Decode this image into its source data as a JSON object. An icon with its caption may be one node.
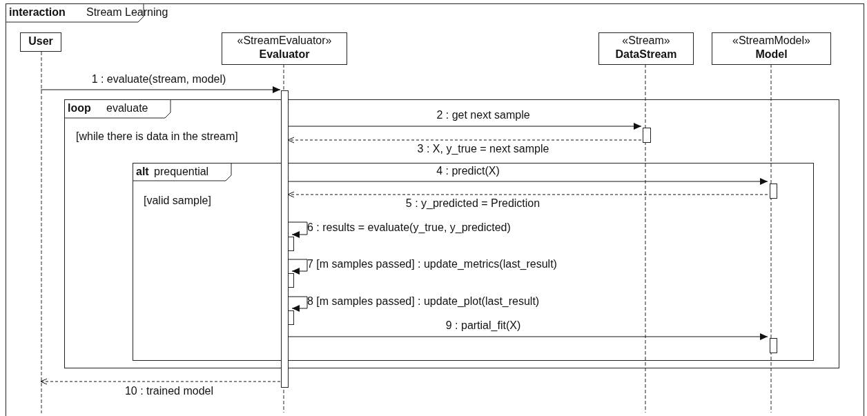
{
  "diagram": {
    "nodes": [
      {
        "text": [
          "interaction",
          "Stream Learning"
        ]
      },
      {
        "text": [
          "User"
        ],
        "in": 0
      },
      {
        "text": [
          "«StreamEvaluator»",
          "Evaluator"
        ],
        "in": 0
      },
      {
        "text": [
          "«Stream»",
          "DataStream"
        ],
        "in": 0
      },
      {
        "text": [
          "«StreamModel»",
          "Model"
        ],
        "in": 0
      },
      {
        "text": [
          "loop",
          "evaluate",
          "[while there is data in the stream]"
        ],
        "in": 0
      },
      {
        "text": [
          "alt",
          "prequential",
          "[valid sample]"
        ],
        "in": 5
      },
      {
        "text": [],
        "shape": "bar",
        "in": 0
      },
      {
        "text": [],
        "shape": "bar",
        "in": 5
      },
      {
        "text": [],
        "shape": "bar",
        "in": 6
      },
      {
        "text": [],
        "shape": "bar",
        "in": 6
      },
      {
        "text": [],
        "shape": "bar",
        "in": 6
      },
      {
        "text": [],
        "shape": "bar",
        "in": 6
      },
      {
        "text": [],
        "shape": "bar",
        "in": 6
      }
    ],
    "edges": [
      {
        "from": 1,
        "to": 7,
        "arrow": "to",
        "label": "1 : evaluate(stream, model)"
      },
      {
        "from": 7,
        "to": 8,
        "arrow": "to",
        "label": "2 : get next sample"
      },
      {
        "from": 8,
        "to": 7,
        "arrow": "to",
        "style": "dashed",
        "label": "3 : X, y_true = next sample"
      },
      {
        "from": 7,
        "to": 9,
        "arrow": "to",
        "label": "4 : predict(X)"
      },
      {
        "from": 9,
        "to": 7,
        "arrow": "to",
        "style": "dashed",
        "label": "5 : y_predicted = Prediction"
      },
      {
        "from": 7,
        "to": 10,
        "arrow": "to",
        "label": "6 : results = evaluate(y_true, y_predicted)"
      },
      {
        "from": 7,
        "to": 11,
        "arrow": "to",
        "label": "7 [m samples passed] : update_metrics(last_result)"
      },
      {
        "from": 7,
        "to": 12,
        "arrow": "to",
        "label": "8 [m samples passed] : update_plot(last_result)"
      },
      {
        "from": 7,
        "to": 13,
        "arrow": "to",
        "label": "9 : partial_fit(X)"
      },
      {
        "from": 7,
        "to": 1,
        "arrow": "to",
        "style": "dashed",
        "label": "10 : trained model"
      }
    ]
  }
}
